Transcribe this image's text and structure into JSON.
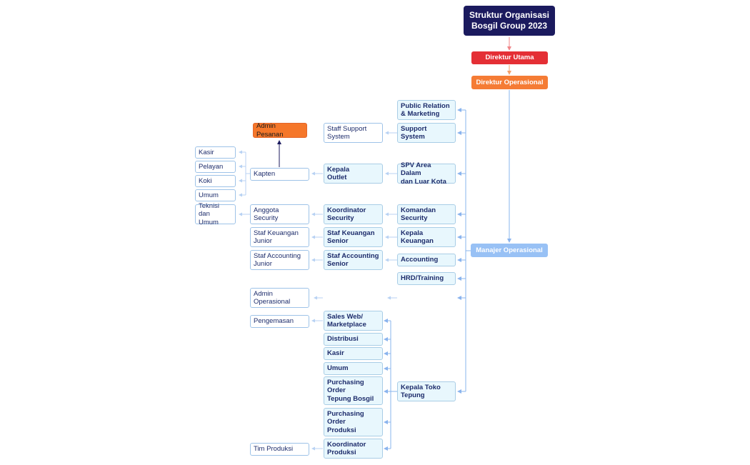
{
  "title": "Struktur Organisasi\nBosgil Group 2023",
  "direktur_utama": "Direktur Utama",
  "direktur_operasional": "Direktur Operasional",
  "manajer_operasional": "Manajer Operasional",
  "level1": {
    "public_relation": "Public Relation\n& Marketing",
    "support_system": "Support\nSystem",
    "spv_area": "SPV Area Dalam\ndan Luar Kota",
    "komandan_security": "Komandan\nSecurity",
    "kepala_keuangan": "Kepala\nKeuangan",
    "accounting": "Accounting",
    "hrd_training": "HRD/Training",
    "kepala_toko": "Kepala Toko\nTepung"
  },
  "level2": {
    "staff_support_system": "Staff Support\nSystem",
    "kepala_outlet": "Kepala\nOutlet",
    "koordinator_security": "Koordinator\nSecurity",
    "staf_keuangan_senior": "Staf Keuangan\nSenior",
    "staf_accounting_senior": "Staf Accounting\nSenior",
    "sales_web": "Sales Web/\nMarketplace",
    "distribusi": "Distribusi",
    "kasir_toko": "Kasir",
    "umum_toko": "Umum",
    "po_tepung": "Purchasing\nOrder\nTepung Bosgil",
    "po_produksi": "Purchasing\nOrder\nProduksi",
    "koordinator_produksi": "Koordinator\nProduksi"
  },
  "level3": {
    "admin_pesanan": "Admin Pesanan",
    "kapten": "Kapten",
    "anggota_security": "Anggota\nSecurity",
    "staf_keuangan_junior": "Staf Keuangan\nJunior",
    "staf_accounting_junior": "Staf Accounting\nJunior",
    "admin_operasional": "Admin\nOperasional",
    "pengemasan": "Pengemasan",
    "tim_produksi": "Tim Produksi"
  },
  "level4": {
    "kasir": "Kasir",
    "pelayan": "Pelayan",
    "koki": "Koki",
    "umum": "Umum",
    "teknisi": "Teknisi dan\nUmum"
  },
  "colors": {
    "title_bg": "#1b1a5e",
    "direktur_utama_bg": "#e42f35",
    "direktur_operasional_bg": "#f57c35",
    "manajer_bg": "#98c1f5",
    "connector": "#8ab4ee"
  }
}
